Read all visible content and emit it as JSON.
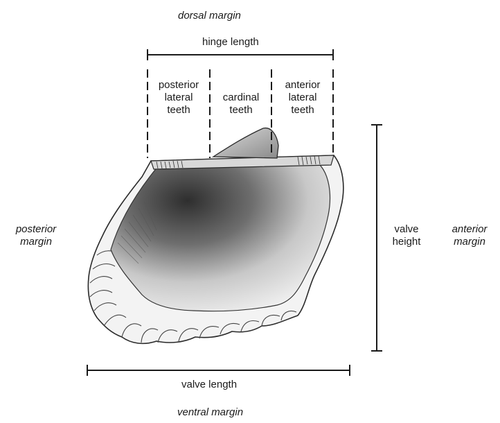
{
  "labels": {
    "dorsal_margin": "dorsal margin",
    "hinge_length": "hinge length",
    "posterior_lateral_teeth": [
      "posterior",
      "lateral",
      "teeth"
    ],
    "cardinal_teeth": [
      "cardinal",
      "teeth"
    ],
    "anterior_lateral_teeth": [
      "anterior",
      "lateral",
      "teeth"
    ],
    "posterior_margin": [
      "posterior",
      "margin"
    ],
    "anterior_margin": [
      "anterior",
      "margin"
    ],
    "valve_height": [
      "valve",
      "height"
    ],
    "valve_length": "valve length",
    "ventral_margin": "ventral margin"
  },
  "colors": {
    "ink": "#1a1a1a",
    "shell_dark": "#3a3a3a",
    "shell_mid": "#9a9a9a",
    "shell_light": "#f2f2f2"
  }
}
